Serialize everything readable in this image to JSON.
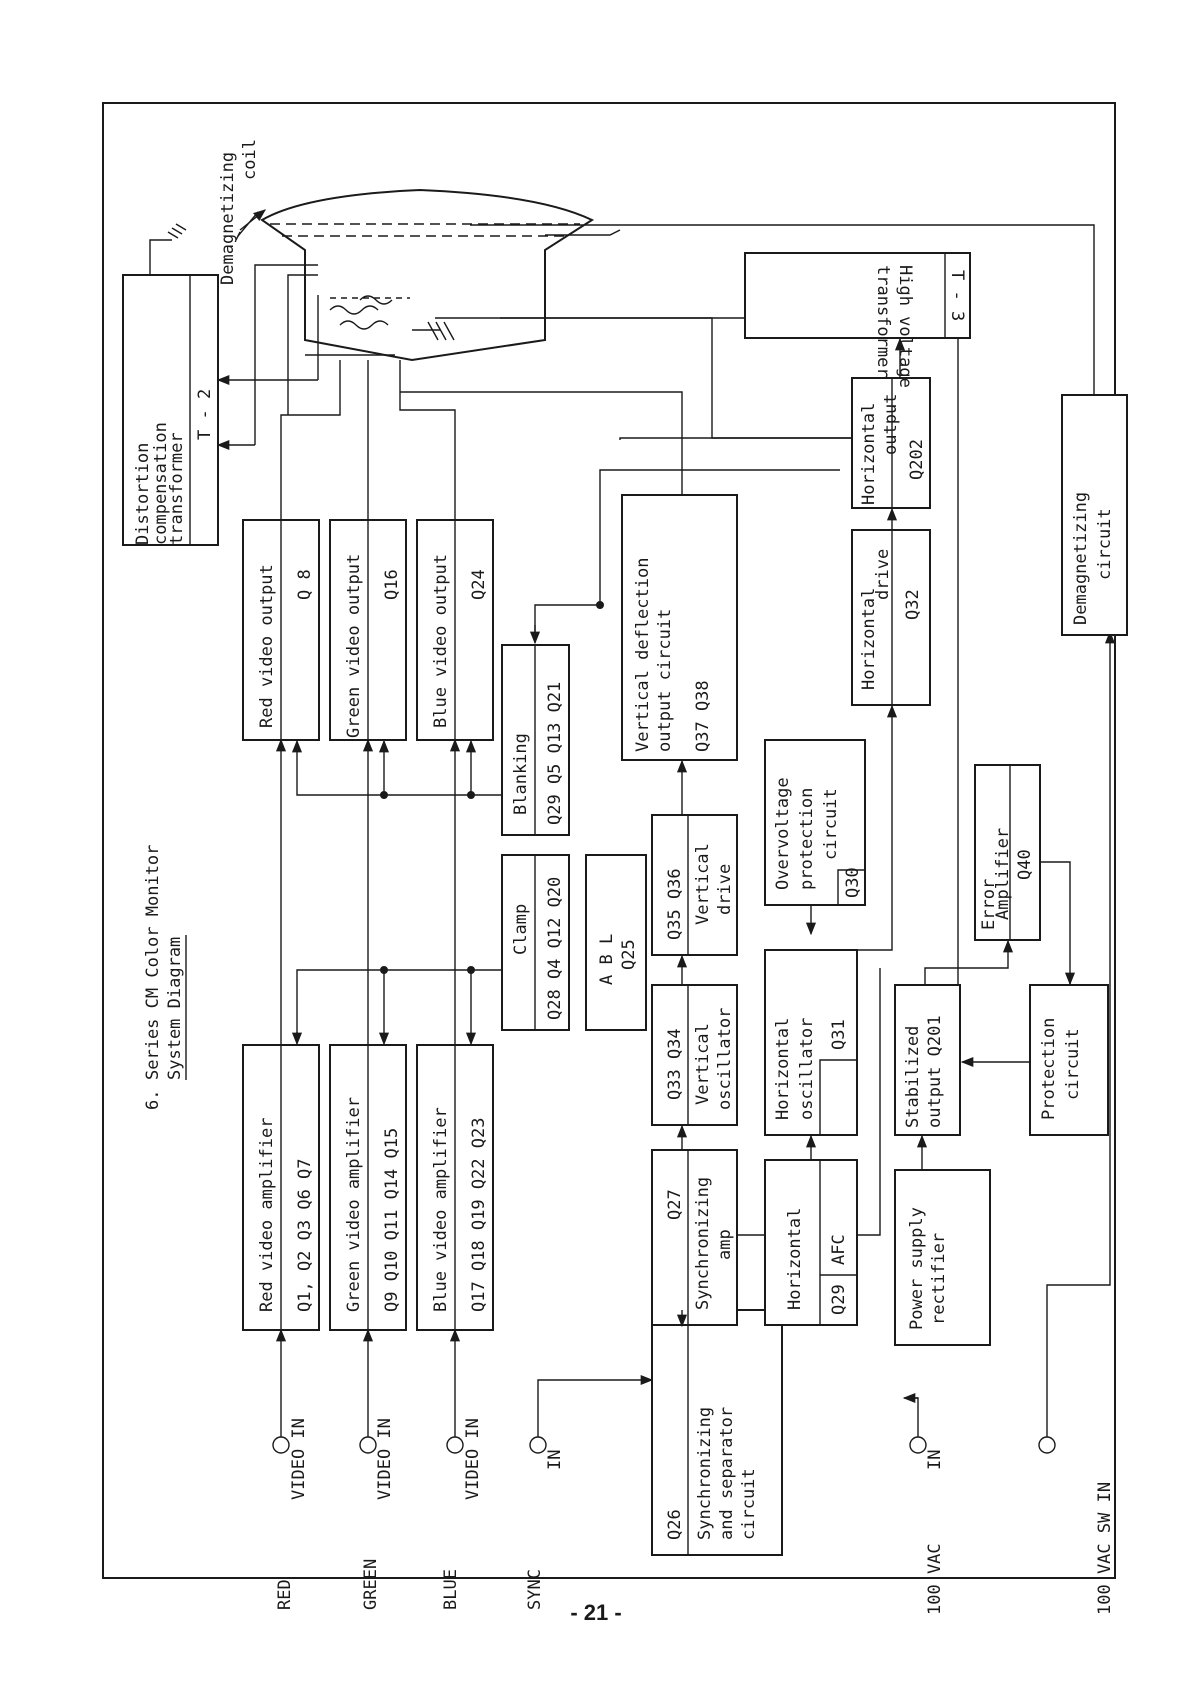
{
  "heading": {
    "number": "6.",
    "title": "Series CM Color Monitor",
    "subtitle": "System Diagram"
  },
  "page_number": "- 21 -",
  "inputs": {
    "red": {
      "label": "RED",
      "signal": "VIDEO IN"
    },
    "green": {
      "label": "GREEN",
      "signal": "VIDEO IN"
    },
    "blue": {
      "label": "BLUE",
      "signal": "VIDEO IN"
    },
    "sync": {
      "label": "SYNC",
      "signal": "IN"
    },
    "ac": {
      "label": "100 VAC",
      "signal": "IN"
    },
    "acsw": {
      "label": "100 VAC SW IN"
    }
  },
  "blocks": {
    "red_amp": {
      "name": "Red video amplifier",
      "parts": "Q1, Q2 Q3 Q6 Q7"
    },
    "green_amp": {
      "name": "Green video amplifier",
      "parts": "Q9 Q10 Q11 Q14 Q15"
    },
    "blue_amp": {
      "name": "Blue video amplifier",
      "parts": "Q17 Q18 Q19 Q22 Q23"
    },
    "clamp": {
      "name": "Clamp",
      "parts": "Q28 Q4 Q12 Q20"
    },
    "abl": {
      "name": "A B L",
      "parts": "Q25"
    },
    "blanking": {
      "name": "Blanking",
      "parts": "Q29 Q5 Q13 Q21"
    },
    "red_out": {
      "name": "Red video output",
      "parts": "Q 8"
    },
    "green_out": {
      "name": "Green video output",
      "parts": "Q16"
    },
    "blue_out": {
      "name": "Blue video output",
      "parts": "Q24"
    },
    "sync_sep": {
      "l1": "Synchronizing",
      "l2": "and separator",
      "l3": "circuit",
      "parts": "Q26"
    },
    "sync_amp": {
      "l1": "Synchronizing",
      "l2": "amp",
      "parts": "Q27"
    },
    "v_osc": {
      "l1": "Vertical",
      "l2": "oscillator",
      "parts": "Q33 Q34"
    },
    "v_drive": {
      "l1": "Vertical",
      "l2": "drive",
      "parts": "Q35 Q36"
    },
    "v_defl": {
      "l1": "Vertical deflection",
      "l2": "output circuit",
      "parts": "Q37 Q38"
    },
    "h_afc": {
      "l1": "Horizontal",
      "l2": "AFC",
      "parts": "Q29"
    },
    "h_osc": {
      "l1": "Horizontal",
      "l2": "oscillator",
      "parts": "Q31"
    },
    "ovp": {
      "l1": "Overvoltage",
      "l2": "protection",
      "l3": "circuit",
      "parts": "Q30"
    },
    "h_drive": {
      "l1": "Horizontal",
      "l2": "drive",
      "parts": "Q32"
    },
    "h_out": {
      "l1": "Horizontal",
      "l2": "output",
      "parts": "Q202"
    },
    "hv": {
      "l1": "High voltage",
      "l2": "transformer",
      "parts": "T - 3"
    },
    "psu": {
      "l1": "Power supply",
      "l2": "rectifier"
    },
    "stab": {
      "l1": "Stabilized",
      "l2": "output Q201"
    },
    "err": {
      "l1": "Error",
      "l2": "Amplifier",
      "parts": "Q40"
    },
    "prot": {
      "l1": "Protection",
      "l2": "circuit"
    },
    "demag_c": {
      "l1": "Demagnetizing",
      "l2": "circuit"
    },
    "dist": {
      "l1": "Distortion",
      "l2": "compensation",
      "l3": "transformer",
      "parts": "T - 2"
    }
  },
  "labels": {
    "coil_l1": "Demagnetizing",
    "coil_l2": "coil"
  }
}
